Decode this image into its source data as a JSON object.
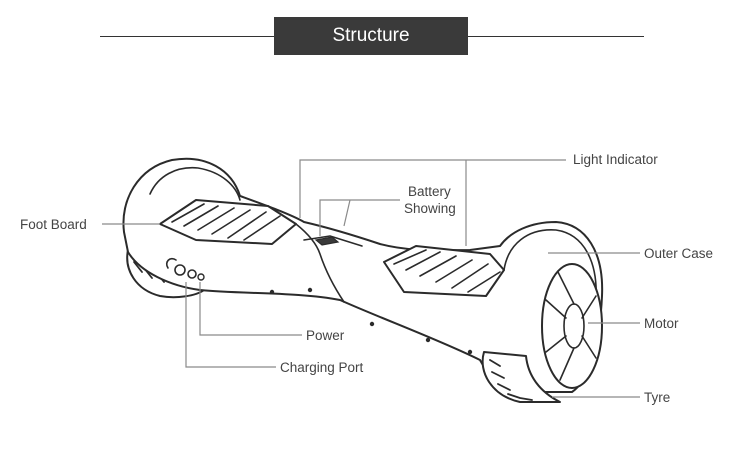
{
  "header": {
    "title": "Structure"
  },
  "labels": {
    "light_indicator": "Light Indicator",
    "battery_line1": "Battery",
    "battery_line2": "Showing",
    "foot_board": "Foot Board",
    "outer_case": "Outer Case",
    "motor": "Motor",
    "power": "Power",
    "charging_port": "Charging Port",
    "tyre": "Tyre"
  }
}
